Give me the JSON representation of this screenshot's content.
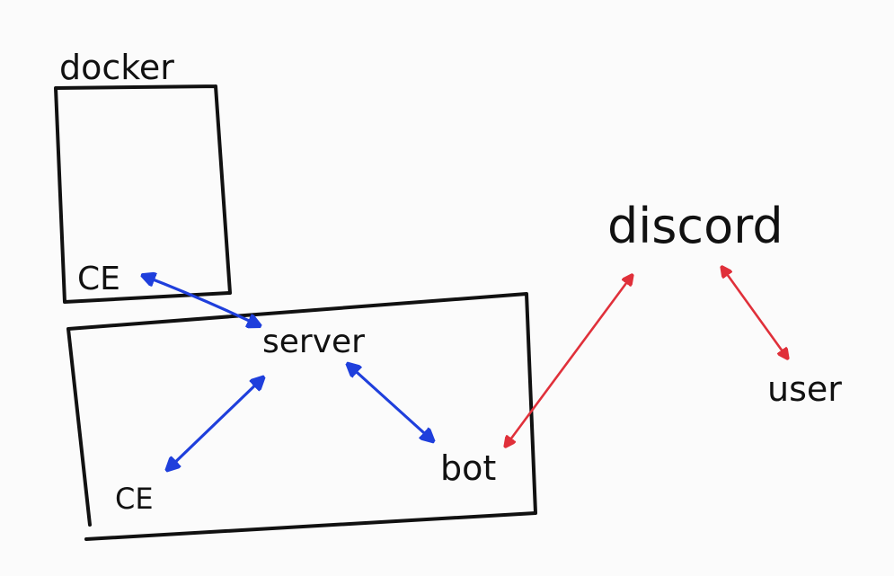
{
  "labels": {
    "docker": "docker",
    "ce_docker": "CE",
    "server": "server",
    "ce_local": "CE",
    "bot": "bot",
    "discord": "discord",
    "user": "user"
  },
  "colors": {
    "ink": "#111111",
    "internal_link": "#1f3fdc",
    "external_link": "#e0303a",
    "background": "#fbfbfb"
  }
}
